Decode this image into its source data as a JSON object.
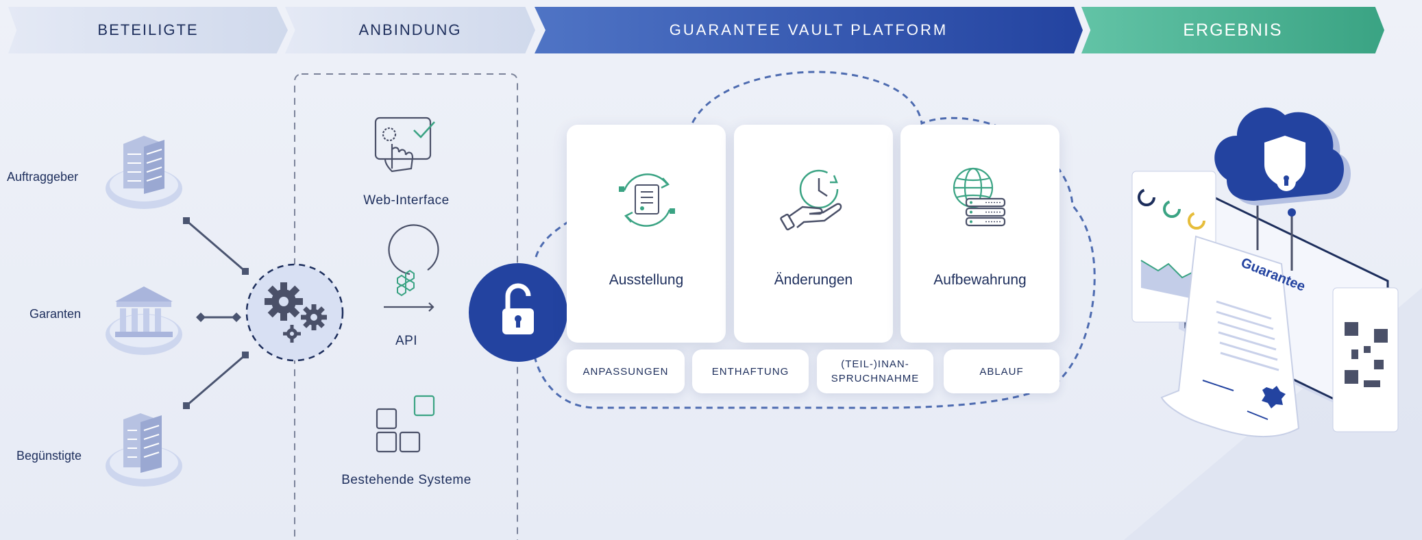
{
  "header": {
    "beteiligte": "BETEILIGTE",
    "anbindung": "ANBINDUNG",
    "platform": "GUARANTEE VAULT PLATFORM",
    "ergebnis": "ERGEBNIS"
  },
  "parties": {
    "auftraggeber": "Auftraggeber",
    "garanten": "Garanten",
    "beguenstigte": "Begünstigte"
  },
  "connection": {
    "web_interface": "Web-Interface",
    "api": "API",
    "systems": "Bestehende Systeme"
  },
  "cards": {
    "ausstellung": "Ausstellung",
    "aenderungen": "Änderungen",
    "aufbewahrung": "Aufbewahrung"
  },
  "actions": {
    "anpassungen": "ANPASSUNGEN",
    "enthaftung": "ENTHAFTUNG",
    "inanspruchnahme_line1": "(TEIL-)INAN-",
    "inanspruchnahme_line2": "SPRUCHNAHME",
    "ablauf": "ABLAUF"
  },
  "result": {
    "document_title": "Guarantee"
  },
  "colors": {
    "navy": "#1d2e5c",
    "brand_blue": "#2343a0",
    "green": "#3aa383",
    "gear_gray": "#4a5068"
  }
}
